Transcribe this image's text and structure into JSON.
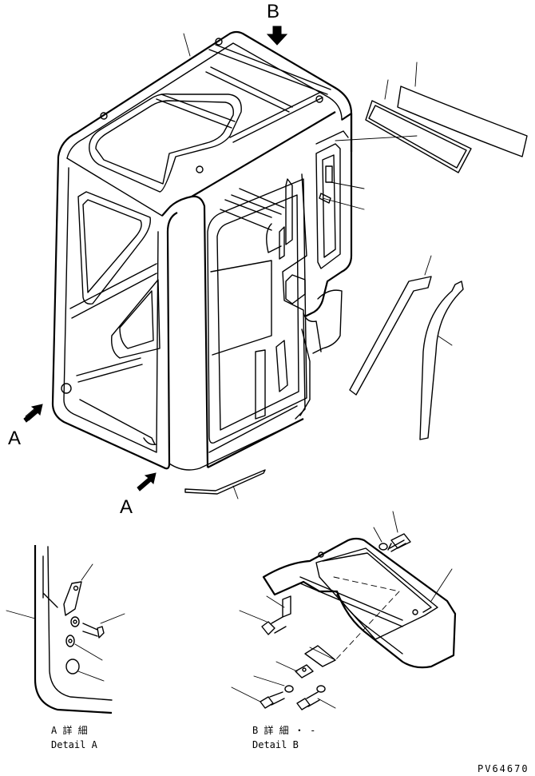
{
  "view_labels": {
    "b_top": "B",
    "a_left": "A",
    "a_bottom": "A"
  },
  "details": {
    "a_jp": "A 詳 細",
    "a_en": "Detail A",
    "b_jp": "B 詳 細 ・ -",
    "b_en": "Detail B"
  },
  "drawing_code": "PV64670"
}
